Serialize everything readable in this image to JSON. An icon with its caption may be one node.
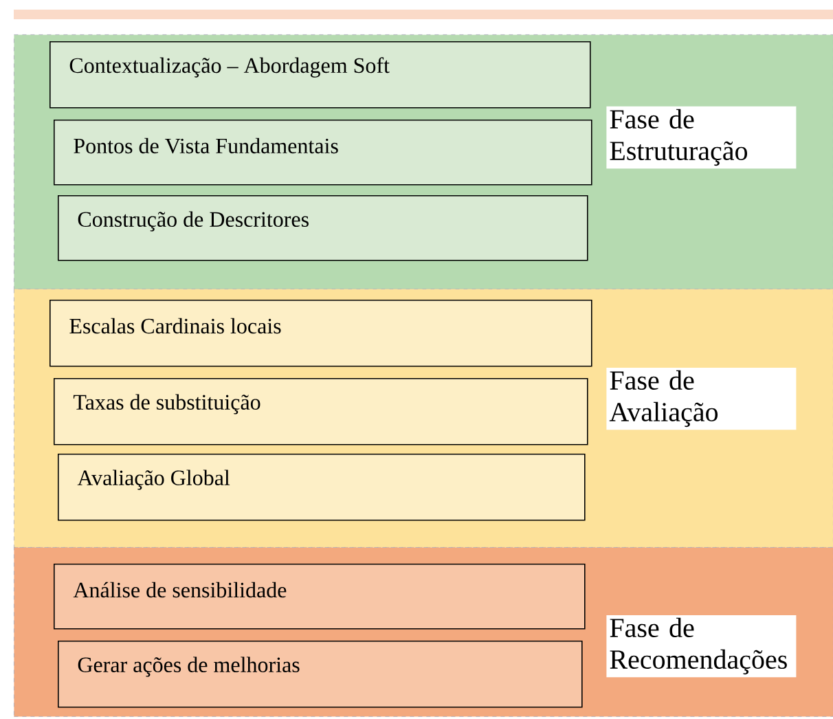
{
  "diagram": {
    "nodes": [
      {
        "text": [
          "Fase de Estruturação"
        ]
      },
      {
        "text": [
          "Contextualização – Abordagem Soft"
        ],
        "in": 0
      },
      {
        "text": [
          "Pontos de Vista Fundamentais"
        ],
        "in": 0
      },
      {
        "text": [
          "Construção de Descritores"
        ],
        "in": 0
      },
      {
        "text": [
          "Fase de Avaliação"
        ]
      },
      {
        "text": [
          "Escalas Cardinais locais"
        ],
        "in": 4
      },
      {
        "text": [
          "Taxas de substituição"
        ],
        "in": 4
      },
      {
        "text": [
          "Avaliação Global"
        ],
        "in": 4
      },
      {
        "text": [
          "Fase de Recomendações"
        ]
      },
      {
        "text": [
          "Análise de sensibilidade"
        ],
        "in": 8
      },
      {
        "text": [
          "Gerar ações de melhorias"
        ],
        "in": 8
      }
    ]
  }
}
